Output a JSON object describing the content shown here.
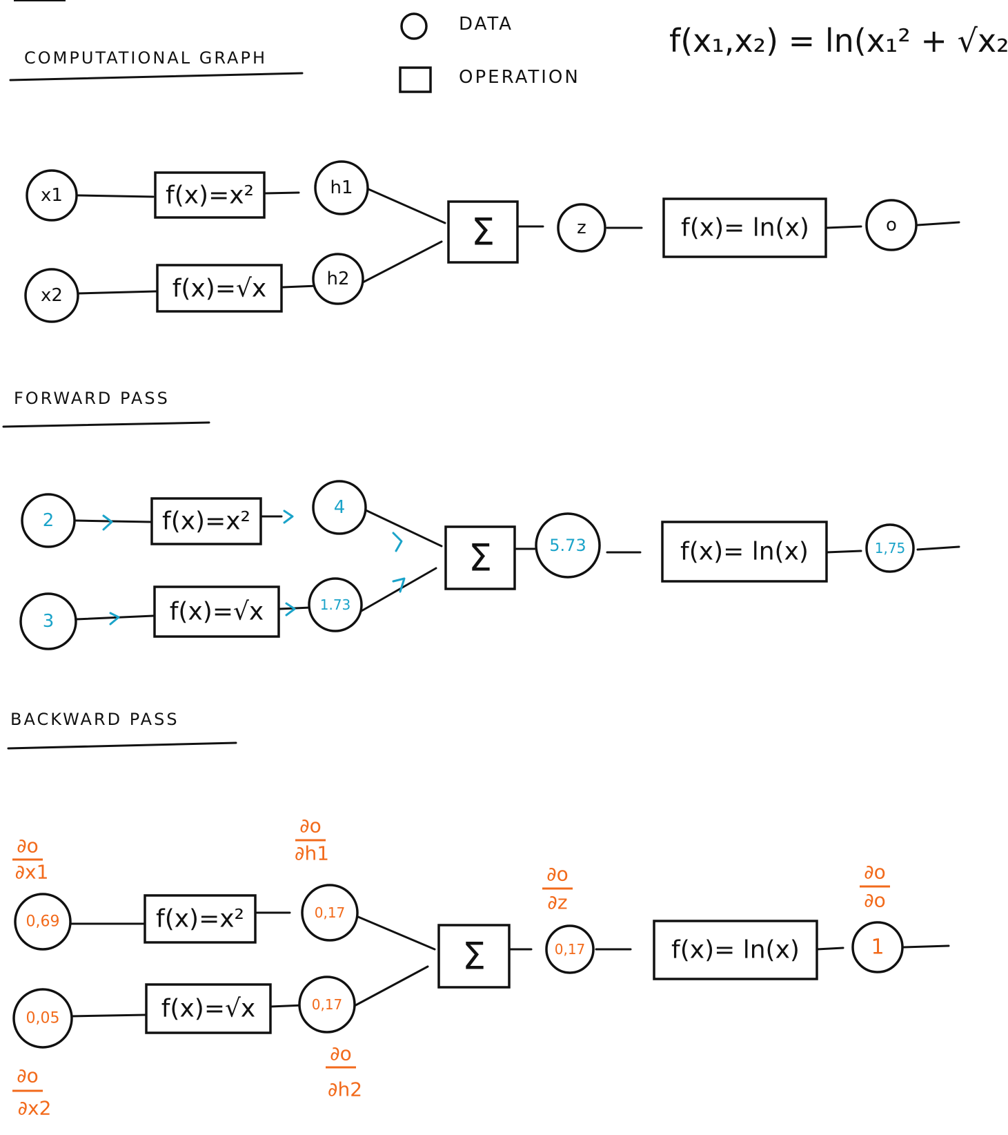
{
  "legend": {
    "data_label": "DATA",
    "operation_label": "OPERATION"
  },
  "formula": "f(x₁,x₂) = ln(x₁² + √x₂)",
  "sections": {
    "computational": {
      "title": "COMPUTATIONAL GRAPH",
      "x1": "x1",
      "x2": "x2",
      "op_square": "f(x)=x²",
      "op_sqrt": "f(x)=√x",
      "h1": "h1",
      "h2": "h2",
      "sum": "Σ",
      "z": "z",
      "op_ln": "f(x)= ln(x)",
      "o": "o"
    },
    "forward": {
      "title": "FORWARD PASS",
      "x1": "2",
      "x2": "3",
      "op_square": "f(x)=x²",
      "op_sqrt": "f(x)=√x",
      "h1": "4",
      "h2": "1.73",
      "sum": "Σ",
      "z": "5.73",
      "op_ln": "f(x)= ln(x)",
      "o": "1,75"
    },
    "backward": {
      "title": "BACKWARD PASS",
      "x1": "0,69",
      "x2": "0,05",
      "op_square": "f(x)=x²",
      "op_sqrt": "f(x)=√x",
      "h1": "0,17",
      "h2": "0,17",
      "sum": "Σ",
      "z": "0,17",
      "op_ln": "f(x)= ln(x)",
      "o": "1",
      "grad_x1": {
        "num": "∂o",
        "den": "∂x1"
      },
      "grad_x2": {
        "num": "∂o",
        "den": "∂x2"
      },
      "grad_h1": {
        "num": "∂o",
        "den": "∂h1"
      },
      "grad_h2": {
        "num": "∂o",
        "den": "∂h2"
      },
      "grad_z": {
        "num": "∂o",
        "den": "∂z"
      },
      "grad_o": {
        "num": "∂o",
        "den": "∂o"
      }
    }
  }
}
